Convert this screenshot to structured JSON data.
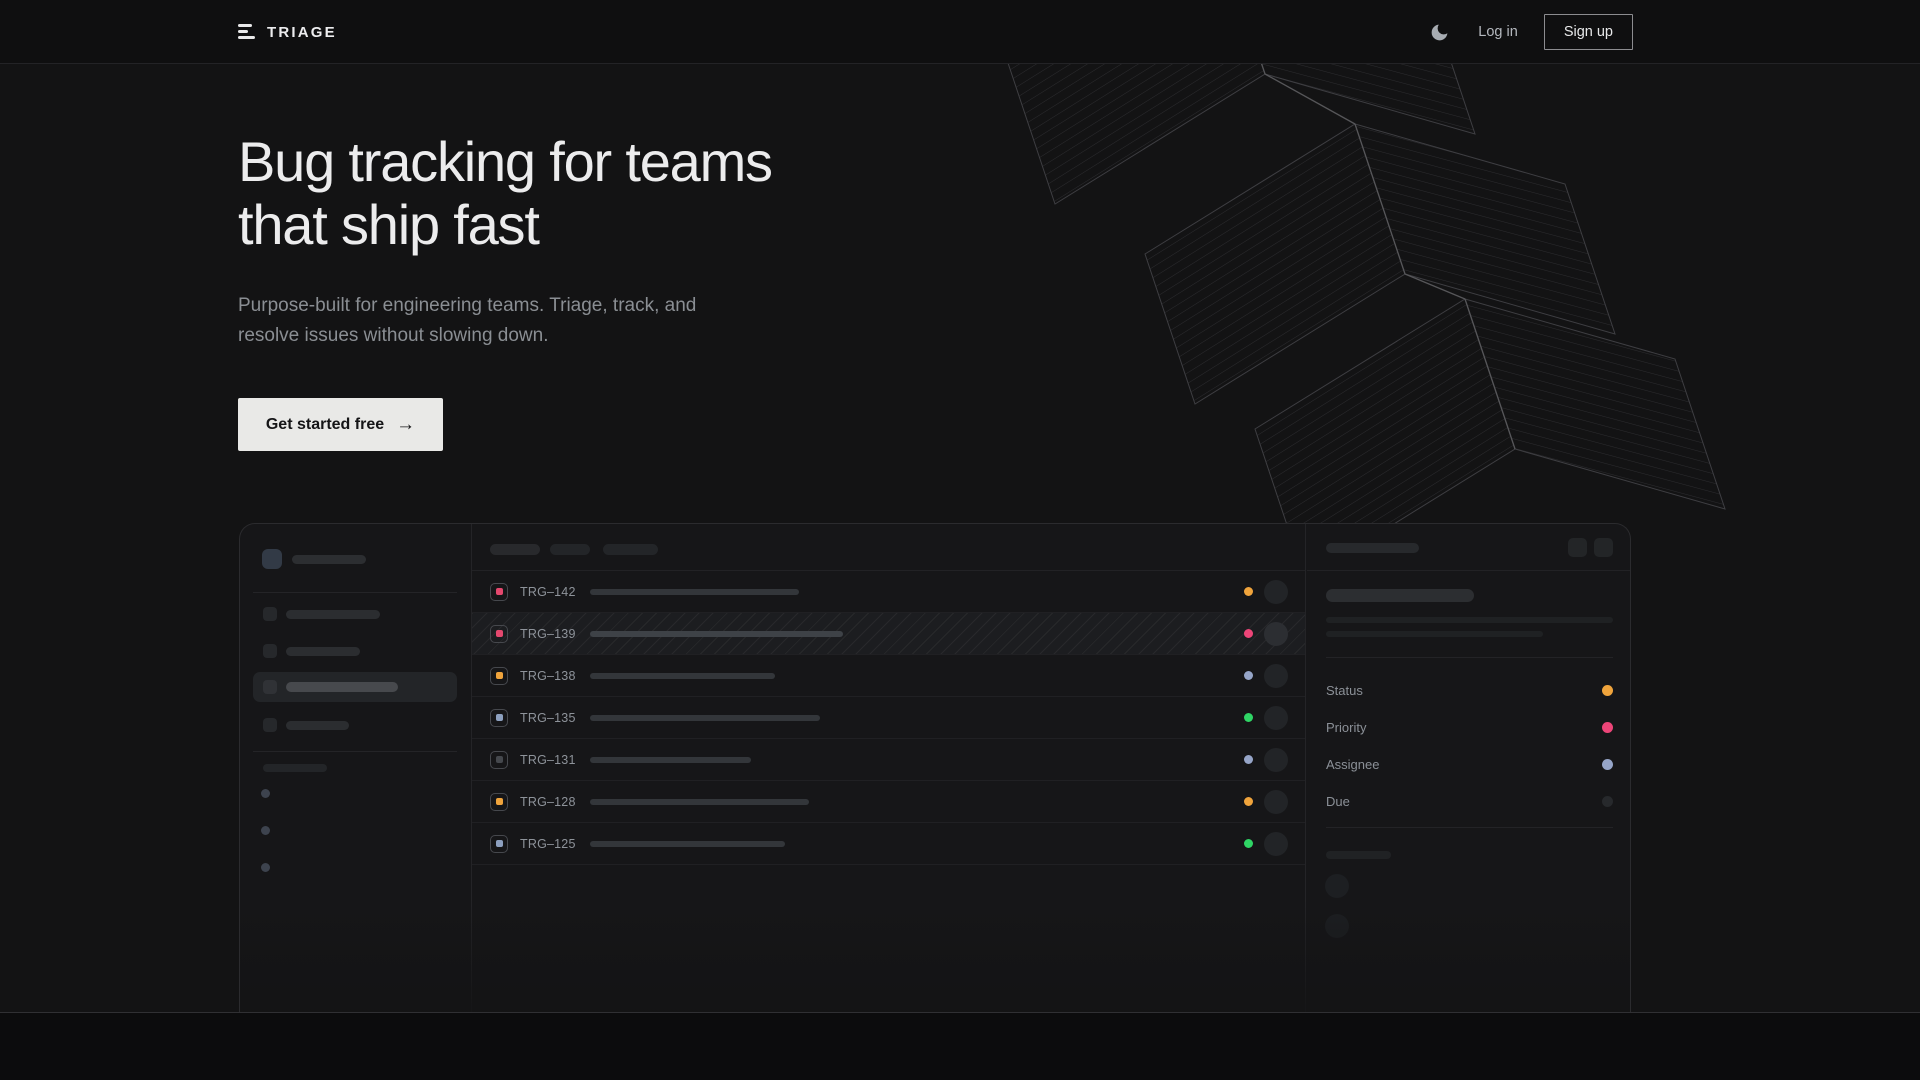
{
  "nav": {
    "brand": "TRIAGE",
    "brand_icon": "triage-bars-icon",
    "theme_icon": "moon-icon",
    "login_label": "Log in",
    "signup_label": "Sign up"
  },
  "hero": {
    "title_line1": "Bug tracking for teams",
    "title_line2": "that ship fast",
    "subtitle_line1": "Purpose-built for engineering teams. Triage, track, and",
    "subtitle_line2": "resolve issues without slowing down.",
    "cta_label": "Get started free",
    "cta_arrow": "→",
    "cta_bg": "#e9e9e7"
  },
  "mockup": {
    "issues": [
      {
        "id": "TRG–142",
        "severity_color": "#e5486e",
        "title_width": 209,
        "status_color": "#f0a43c",
        "selected": false
      },
      {
        "id": "TRG–139",
        "severity_color": "#e5486e",
        "title_width": 253,
        "status_color": "#ed4578",
        "selected": true
      },
      {
        "id": "TRG–138",
        "severity_color": "#f0a43c",
        "title_width": 185,
        "status_color": "#96a5c8",
        "selected": false
      },
      {
        "id": "TRG–135",
        "severity_color": "#8da0bf",
        "title_width": 230,
        "status_color": "#2fd565",
        "selected": false
      },
      {
        "id": "TRG–131",
        "severity_color": "#45484d",
        "title_width": 161,
        "status_color": "#96a5c8",
        "selected": false
      },
      {
        "id": "TRG–128",
        "severity_color": "#f0a43c",
        "title_width": 219,
        "status_color": "#f0a43c",
        "selected": false
      },
      {
        "id": "TRG–125",
        "severity_color": "#8da0bf",
        "title_width": 195,
        "status_color": "#2fd565",
        "selected": false
      }
    ],
    "panel_fields": [
      {
        "label": "Status",
        "dot_color": "#f0a43c"
      },
      {
        "label": "Priority",
        "dot_color": "#ed4578"
      },
      {
        "label": "Assignee",
        "dot_color": "#96a5c8"
      },
      {
        "label": "Due",
        "dot_color": "#27292c"
      }
    ]
  }
}
